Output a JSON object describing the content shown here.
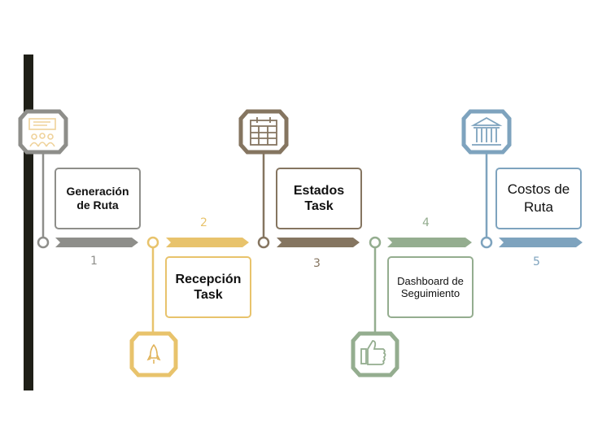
{
  "colors": {
    "c1": "#8e8e8a",
    "c2": "#e8c36c",
    "c3": "#857560",
    "c4": "#94ad8f",
    "c5": "#7ea3be",
    "bar": "#1f1f17"
  },
  "steps": [
    {
      "number": "1",
      "label": "Generación de Ruta",
      "icon": "presentation-audience-icon"
    },
    {
      "number": "2",
      "label": "Recepción Task",
      "icon": "rocket-icon"
    },
    {
      "number": "3",
      "label": "Estados Task",
      "icon": "calendar-icon"
    },
    {
      "number": "4",
      "label": "Dashboard de Seguimiento",
      "icon": "thumbs-up-icon"
    },
    {
      "number": "5",
      "label": "Costos de Ruta",
      "icon": "bank-building-icon"
    }
  ]
}
